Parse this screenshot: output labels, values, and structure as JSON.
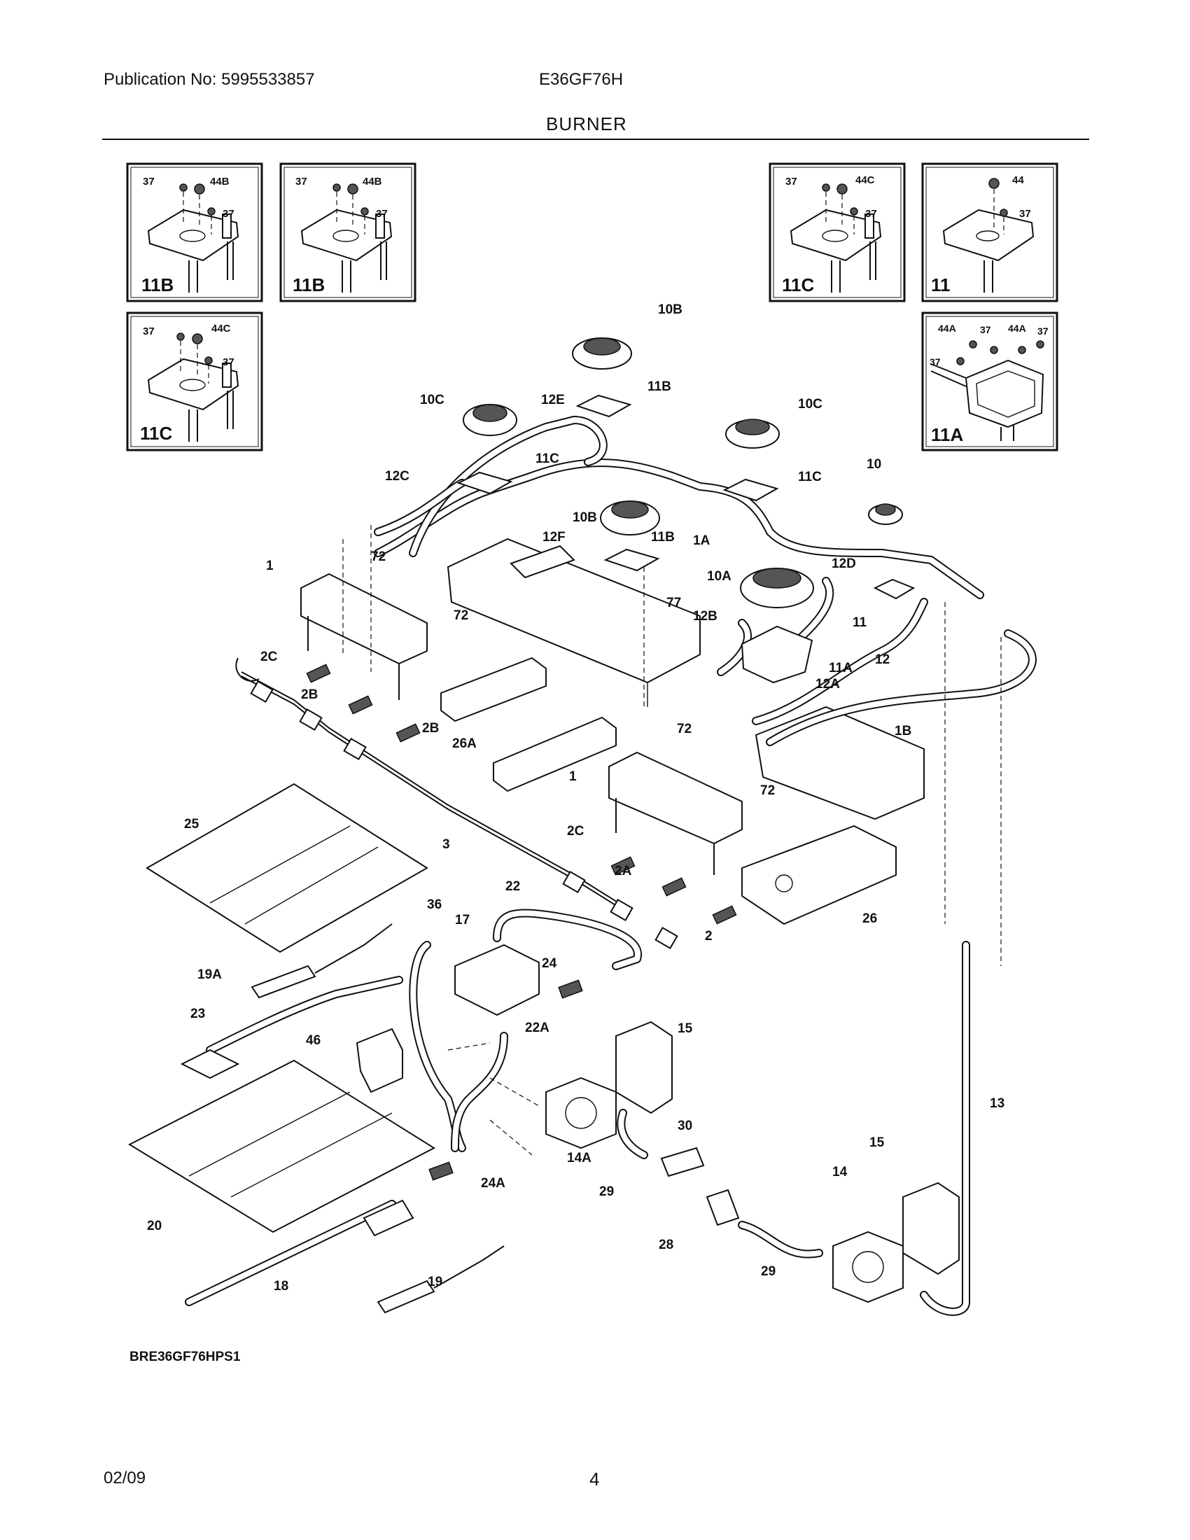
{
  "header": {
    "publication": "Publication No: 5995533857",
    "model": "E36GF76H",
    "title": "BURNER"
  },
  "footer": {
    "diagram_code": "BRE36GF76HPS1",
    "date": "02/09",
    "page_number": "4"
  },
  "insets": [
    {
      "label": "11B",
      "callouts": [
        "37",
        "44B",
        "37"
      ]
    },
    {
      "label": "11B",
      "callouts": [
        "37",
        "44B",
        "37"
      ]
    },
    {
      "label": "11C",
      "callouts": [
        "37",
        "44C",
        "37"
      ]
    },
    {
      "label": "11",
      "callouts": [
        "44",
        "37"
      ]
    },
    {
      "label": "11C",
      "callouts": [
        "37",
        "44C",
        "37"
      ]
    },
    {
      "label": "11A",
      "callouts": [
        "44A",
        "37",
        "44A",
        "37",
        "37"
      ]
    }
  ],
  "callouts": [
    "10B",
    "11B",
    "12E",
    "10C",
    "11C",
    "12C",
    "10C",
    "11C",
    "10",
    "1A",
    "10B",
    "12F",
    "11B",
    "72",
    "1",
    "72",
    "10A",
    "12D",
    "77",
    "11",
    "12B",
    "2C",
    "11A",
    "12",
    "2B",
    "12A",
    "2B",
    "26A",
    "1B",
    "72",
    "72",
    "1",
    "3",
    "25",
    "2C",
    "2A",
    "22",
    "36",
    "26",
    "2",
    "17",
    "24",
    "19A",
    "23",
    "22A",
    "15",
    "46",
    "13",
    "14A",
    "30",
    "15",
    "24A",
    "14",
    "20",
    "29",
    "28",
    "29",
    "18",
    "19"
  ]
}
